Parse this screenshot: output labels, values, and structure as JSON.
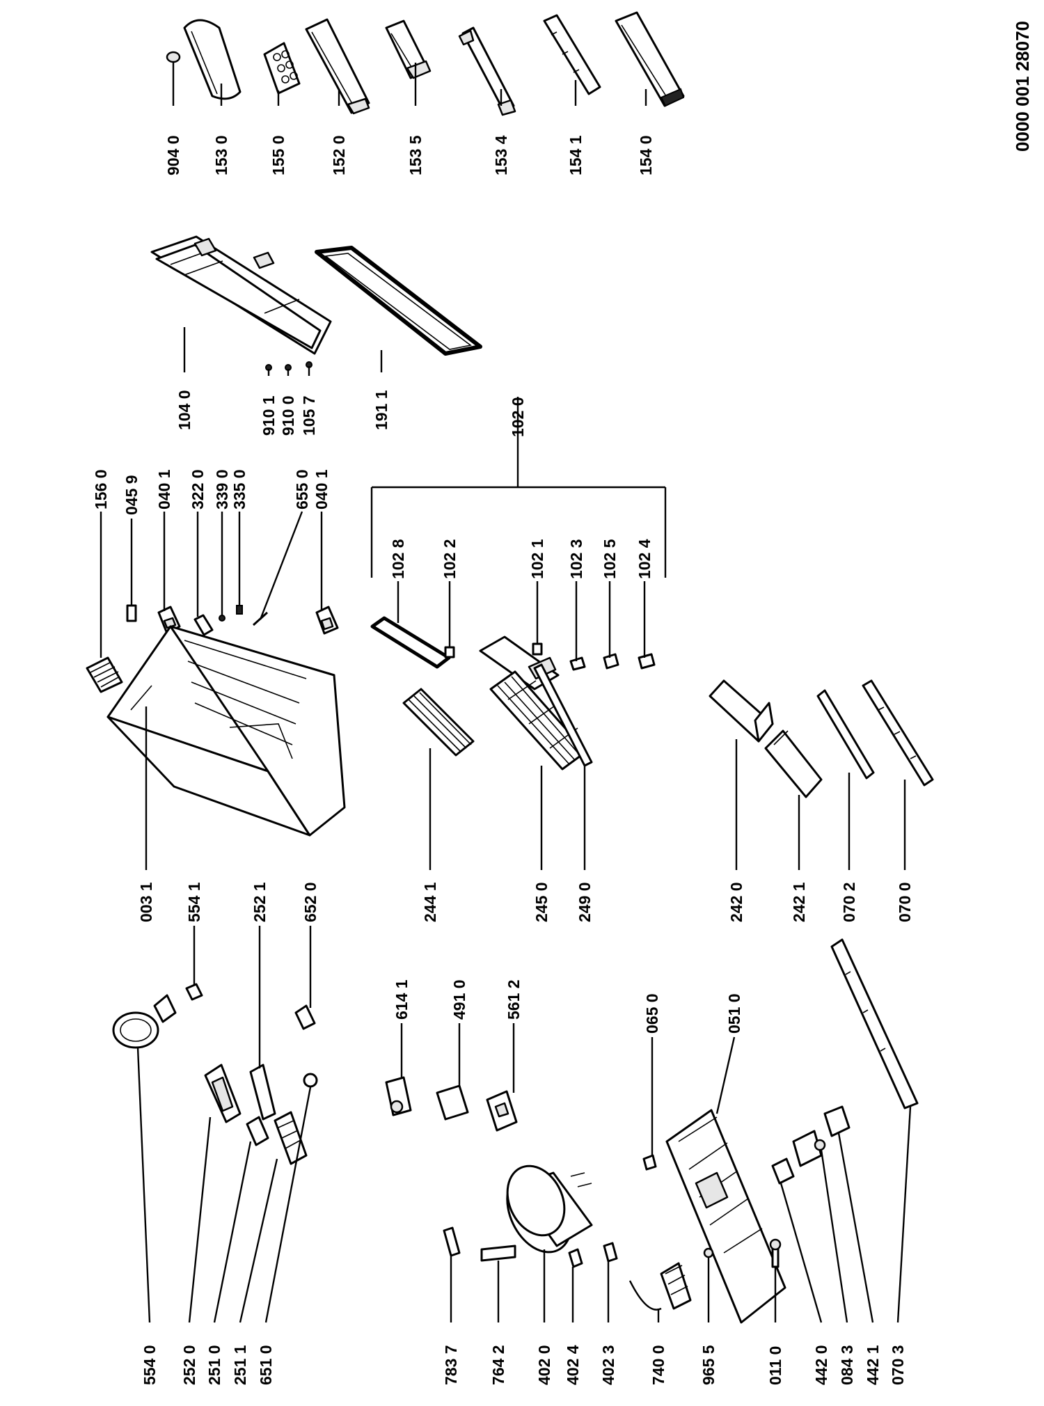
{
  "document_number": "0000 001 28070",
  "part_labels": {
    "p9040": "904 0",
    "p1530": "153 0",
    "p1550": "155 0",
    "p1520": "152 0",
    "p1535": "153 5",
    "p1534": "153 4",
    "p1541": "154 1",
    "p1540": "154 0",
    "p1040": "104 0",
    "p9101": "910 1",
    "p9100": "910 0",
    "p1057": "105 7",
    "p1911": "191 1",
    "p1020": "102 0",
    "p1560": "156 0",
    "p0459": "045 9",
    "p0401a": "040 1",
    "p3220": "322 0",
    "p3390": "339 0",
    "p3350": "335 0",
    "p6550": "655 0",
    "p0401b": "040 1",
    "p1028": "102 8",
    "p1022": "102 2",
    "p1021": "102 1",
    "p1023": "102 3",
    "p1025": "102 5",
    "p1024": "102 4",
    "p0031": "003 1",
    "p5541": "554 1",
    "p2521": "252 1",
    "p6520": "652 0",
    "p2441": "244 1",
    "p2450": "245 0",
    "p2490": "249 0",
    "p2420": "242 0",
    "p2421": "242 1",
    "p0702": "070 2",
    "p0700": "070 0",
    "p6141": "614 1",
    "p4910": "491 0",
    "p5612": "561 2",
    "p0650": "065 0",
    "p0510": "051 0",
    "p5540": "554 0",
    "p2520": "252 0",
    "p2510": "251 0",
    "p2511": "251 1",
    "p6510": "651 0",
    "p7837": "783 7",
    "p7642": "764 2",
    "p4020": "402 0",
    "p4024": "402 4",
    "p4023": "402 3",
    "p7400": "740 0",
    "p9655": "965 5",
    "p0110": "011 0",
    "p4420": "442 0",
    "p0843": "084 3",
    "p4421": "442 1",
    "p0703": "070 3"
  }
}
